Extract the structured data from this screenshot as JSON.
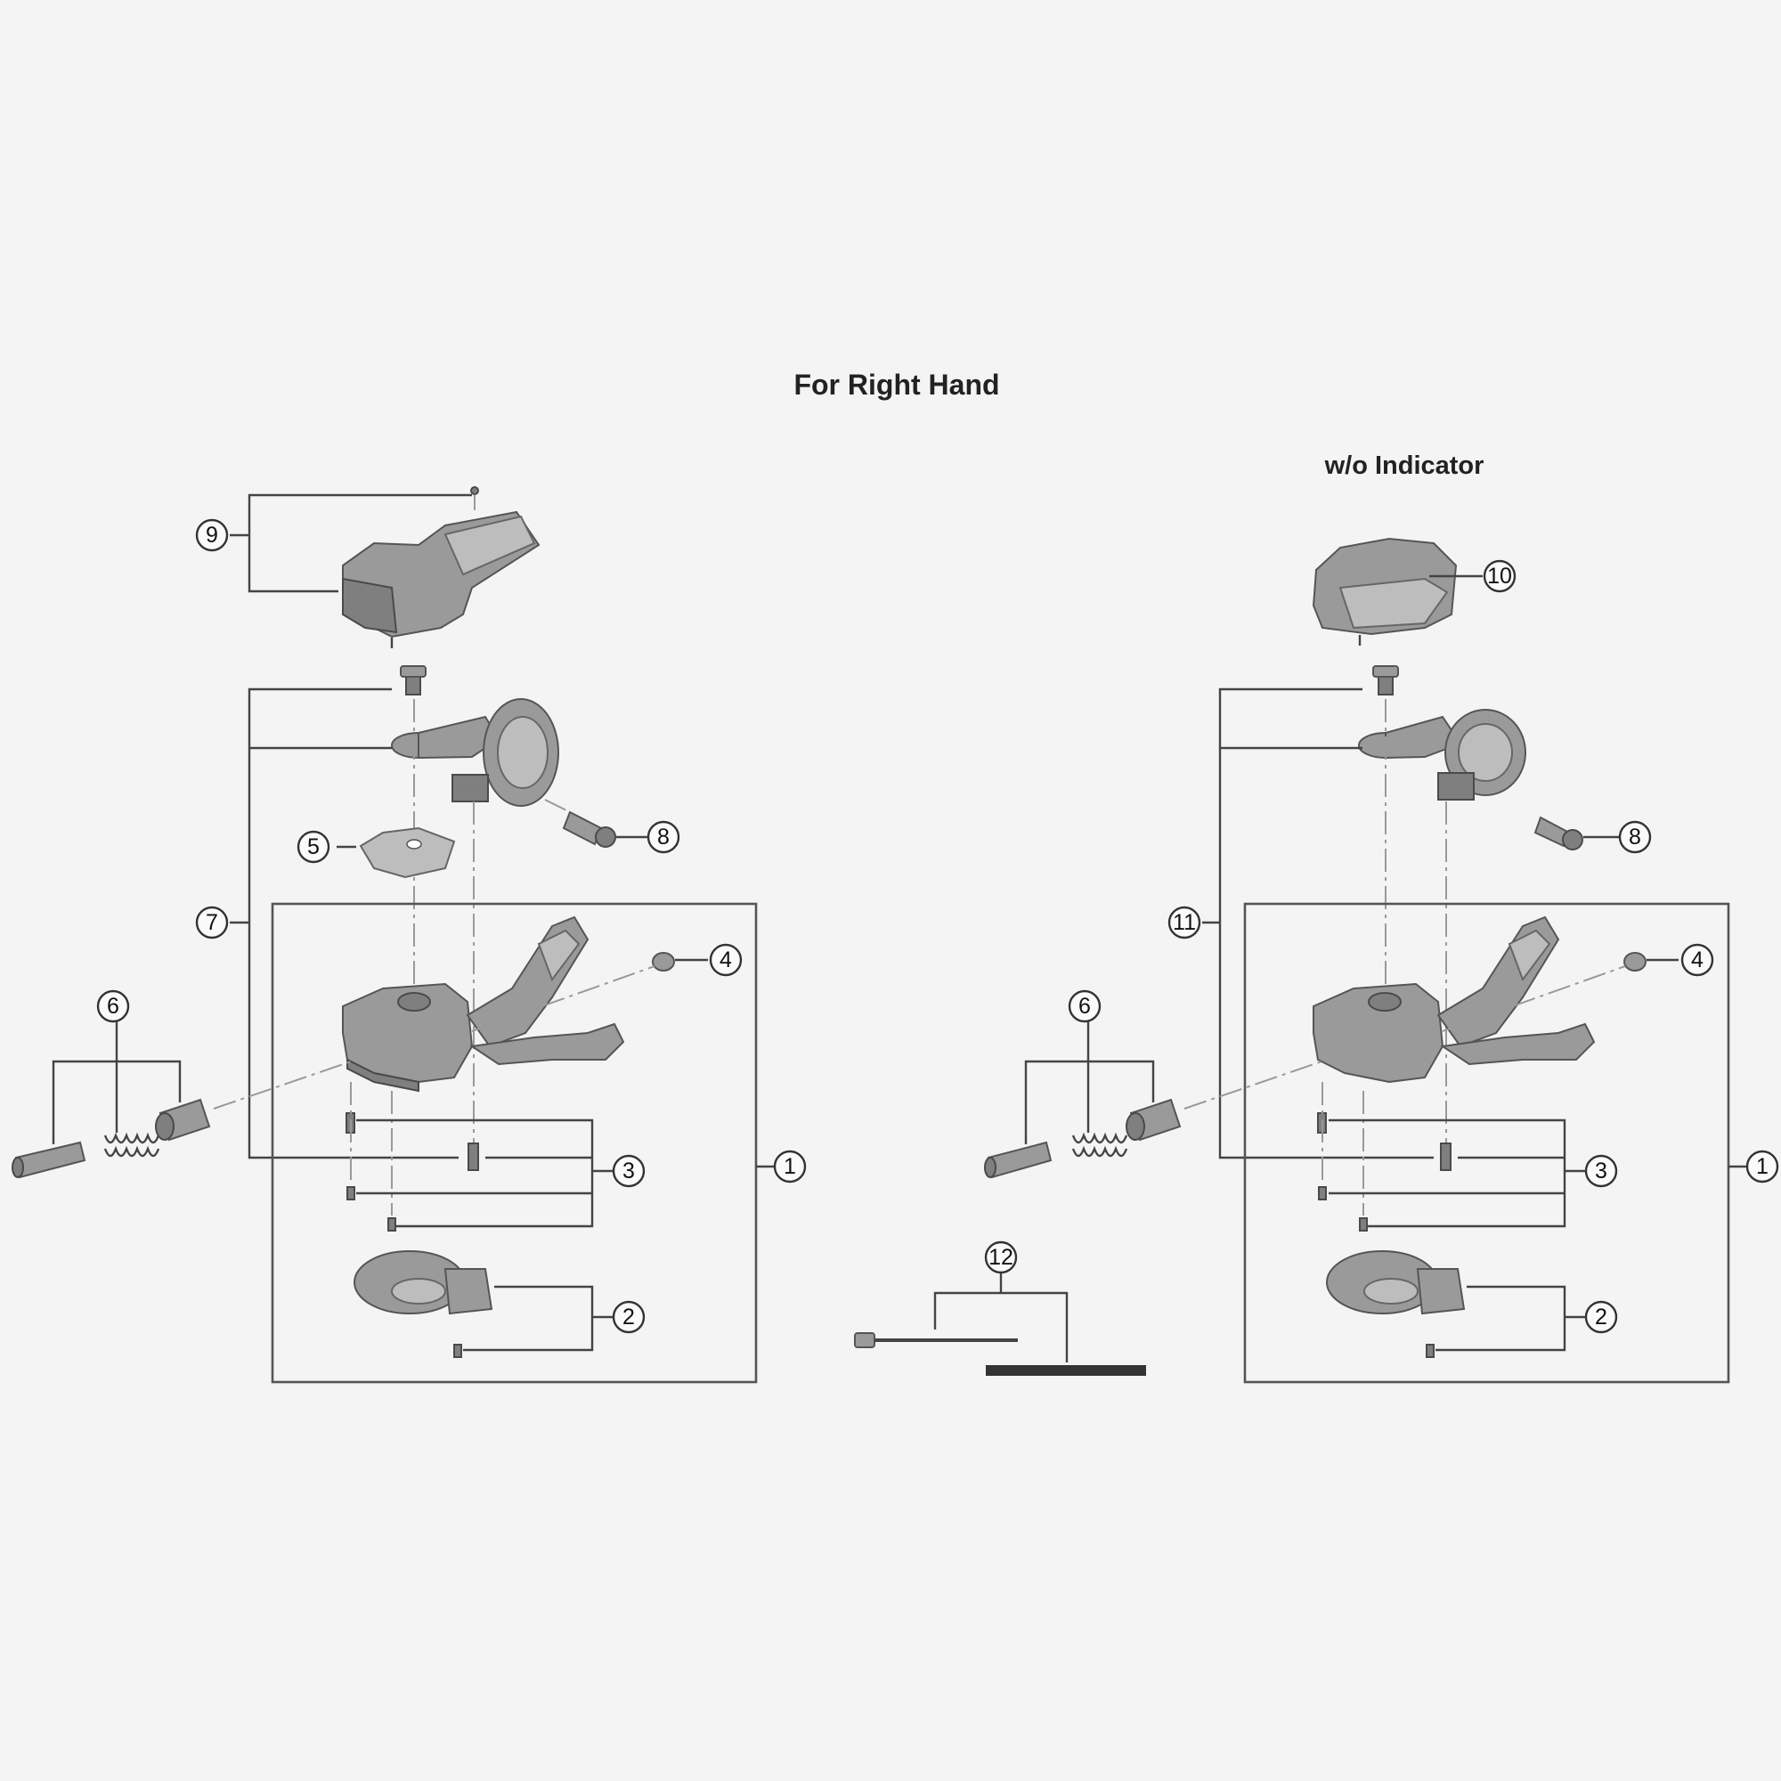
{
  "title": "For Right Hand",
  "variant_label": "w/o Indicator",
  "callouts_left": {
    "c1": "1",
    "c2": "2",
    "c3": "3",
    "c4": "4",
    "c5": "5",
    "c6": "6",
    "c7": "7",
    "c8": "8",
    "c9": "9"
  },
  "callouts_right": {
    "c1": "1",
    "c2": "2",
    "c3": "3",
    "c4": "4",
    "c6": "6",
    "c8": "8",
    "c10": "10",
    "c11": "11"
  },
  "callout_center": {
    "c12": "12"
  }
}
